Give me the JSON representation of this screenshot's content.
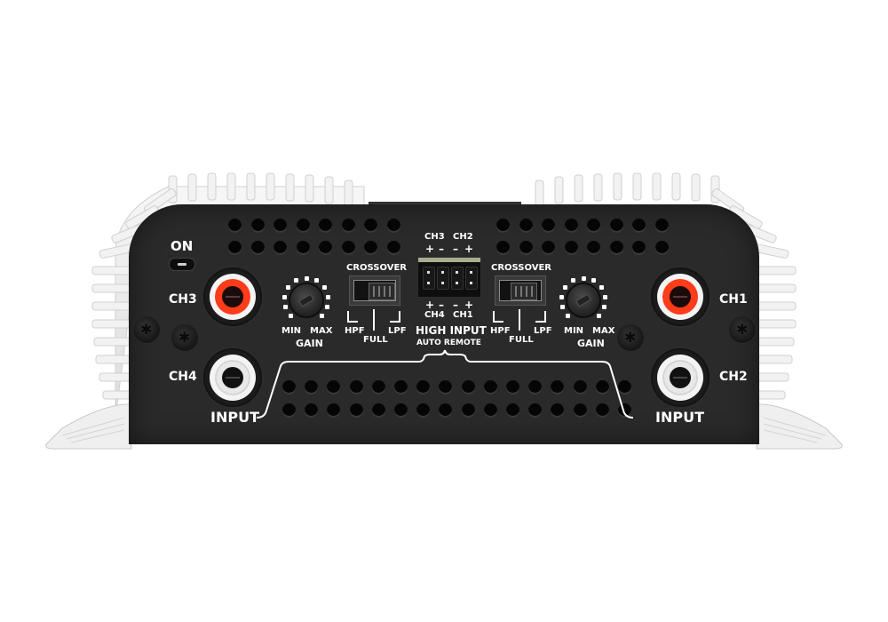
{
  "product": {
    "type": "car audio 4-channel amplifier front panel",
    "colors": {
      "panel": "#2a2a2a",
      "heatsink": "#eeeeee",
      "text": "#ffffff",
      "rca_red": "#ff3b1a",
      "rca_white": "#f4f4f4"
    }
  },
  "power": {
    "indicator_label": "ON"
  },
  "inputs_left": {
    "ch_top_label": "CH3",
    "ch_bottom_label": "CH4",
    "group_label": "INPUT",
    "gain": {
      "min_label": "MIN",
      "max_label": "MAX",
      "label": "GAIN"
    },
    "crossover": {
      "label": "CROSSOVER",
      "hpf_label": "HPF",
      "full_label": "FULL",
      "lpf_label": "LPF"
    }
  },
  "inputs_right": {
    "ch_top_label": "CH1",
    "ch_bottom_label": "CH2",
    "group_label": "INPUT",
    "gain": {
      "min_label": "MIN",
      "max_label": "MAX",
      "label": "GAIN"
    },
    "crossover": {
      "label": "CROSSOVER",
      "hpf_label": "HPF",
      "full_label": "FULL",
      "lpf_label": "LPF"
    }
  },
  "high_input": {
    "top_ch_left": "CH3",
    "top_ch_right": "CH2",
    "top_polarity": [
      "+",
      "–",
      "–",
      "+"
    ],
    "bottom_polarity": [
      "+",
      "–",
      "–",
      "+"
    ],
    "bottom_ch_left": "CH4",
    "bottom_ch_right": "CH1",
    "label": "HIGH INPUT",
    "sublabel": "AUTO REMOTE"
  }
}
